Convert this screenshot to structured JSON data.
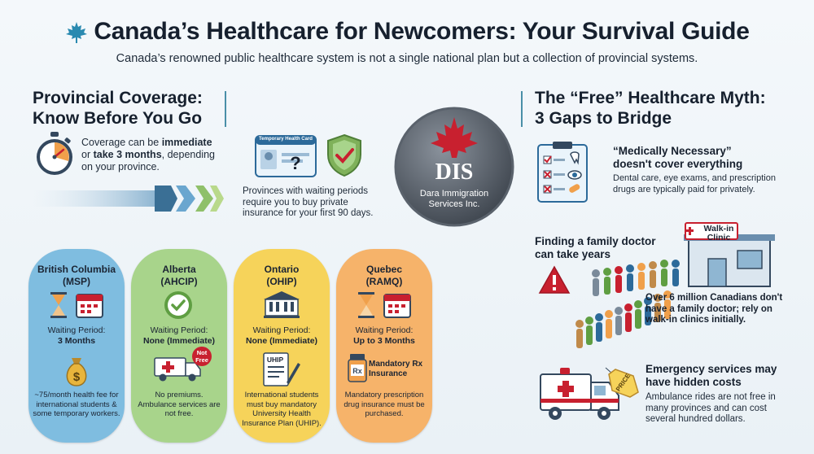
{
  "header": {
    "title": "Canada’s Healthcare for Newcomers: Your Survival Guide",
    "subtitle": "Canada’s renowned public healthcare system is not a single national plan but a collection of provincial systems."
  },
  "left": {
    "heading_line1": "Provincial Coverage:",
    "heading_line2": "Know Before You Go",
    "coverage_pre": "Coverage can be ",
    "coverage_bold1": "immediate",
    "coverage_mid": " or ",
    "coverage_bold2": "take 3 months",
    "coverage_post": ", depending on your province.",
    "card_label": "Temporary Health Card",
    "waiting_note": "Provinces with waiting periods require you to buy private insurance for your first 90 days."
  },
  "logo": {
    "initials": "DIS",
    "line1": "Dara Immigration",
    "line2": "Services Inc."
  },
  "provinces": [
    {
      "name": "British Columbia",
      "plan": "(MSP)",
      "wp_label": "Waiting Period:",
      "wp_value": "3 Months",
      "note": "~75/month health fee for international students & some temporary workers.",
      "color": "#7fbde0"
    },
    {
      "name": "Alberta",
      "plan": "(AHCIP)",
      "wp_label": "Waiting Period:",
      "wp_value": "None (Immediate)",
      "badge": "Not Free",
      "note": "No premiums. Ambulance services are not free.",
      "color": "#a8d48b"
    },
    {
      "name": "Ontario",
      "plan": "(OHIP)",
      "wp_label": "Waiting Period:",
      "wp_value": "None (Immediate)",
      "doc_label": "UHIP",
      "note": "International students must buy mandatory University Health Insurance Plan (UHIP).",
      "color": "#f6d35a"
    },
    {
      "name": "Quebec",
      "plan": "(RAMQ)",
      "wp_label": "Waiting Period:",
      "wp_value": "Up to 3 Months",
      "rx_label": "Mandatory Rx Insurance",
      "note": "Mandatory prescription drug insurance must be purchased.",
      "color": "#f6b36a"
    }
  ],
  "right": {
    "heading_line1": "The “Free” Healthcare Myth:",
    "heading_line2": "3 Gaps to Bridge",
    "gap1_title": "“Medically Necessary” doesn't cover everything",
    "gap1_text": "Dental care, eye exams, and prescription drugs are typically paid for privately.",
    "gap2_title": "Finding a family doctor can take years",
    "clinic_label1": "Walk-in",
    "clinic_label2": "Clinic",
    "gap2_text": "Over 6 million Canadians don't have a family doctor; rely on walk-in clinics initially.",
    "gap3_title": "Emergency services may have hidden costs",
    "price_tag": "PRICE",
    "gap3_text": "Ambulance rides are not free in many provinces and can cost several hundred dollars."
  },
  "colors": {
    "accent_red": "#c8202f",
    "teal_line": "#4a8fa8"
  }
}
